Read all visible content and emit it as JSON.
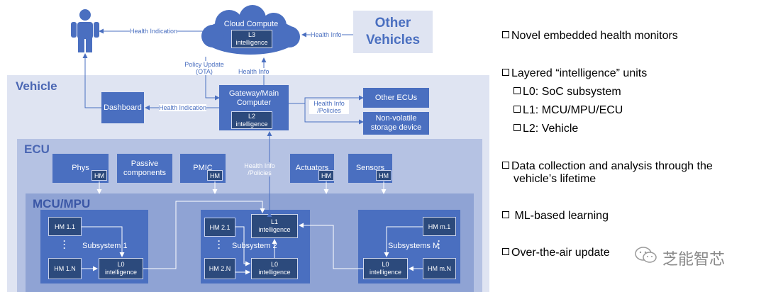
{
  "cloud": {
    "title": "Cloud Compute",
    "intel": "L3\nintelligence"
  },
  "other_vehicles": "Other\nVehicles",
  "labels": {
    "health_indication_top": "Health Indication",
    "health_info_top": "Health Info",
    "policy_update": "Policy Update\n(OTA)",
    "health_info_mid": "Health Info",
    "health_indication_mid": "Health Indication",
    "health_info_policies_right": "Health Info\n/Policies",
    "health_info_policies_ecu": "Health Info\n/Policies"
  },
  "vehicle": {
    "title": "Vehicle",
    "dashboard": "Dashboard",
    "gateway": {
      "title": "Gateway/Main\nComputer",
      "intel": "L2\nintelligence"
    },
    "other_ecus": "Other ECUs",
    "storage": "Non-volatile\nstorage device"
  },
  "ecu": {
    "title": "ECU",
    "components": [
      {
        "name": "Phys",
        "hm": "HM"
      },
      {
        "name": "Passive\ncomponents",
        "hm": ""
      },
      {
        "name": "PMIC",
        "hm": "HM"
      },
      {
        "name": "Actuators",
        "hm": "HM"
      },
      {
        "name": "Sensors",
        "hm": "HM"
      }
    ]
  },
  "mcu": {
    "title": "MCU/MPU",
    "subsystems": [
      {
        "label": "Subsystem 1",
        "hm_top": "HM 1.1",
        "hm_bottom": "HM 1.N",
        "l0": "L0\nintelligence"
      },
      {
        "label": "Subsystem 2",
        "hm_top": "HM 2.1",
        "hm_bottom": "HM 2.N",
        "l0": "L0\nintelligence",
        "l1": "L1\nintelligence"
      },
      {
        "label": "Subsystems M",
        "hm_top": "HM m.1",
        "hm_bottom": "HM m.N",
        "l0": "L0\nintelligence"
      }
    ]
  },
  "bullets": [
    "Novel embedded health monitors",
    "Layered “intelligence” units",
    "L0: SoC subsystem",
    "L1: MCU/MPU/ECU",
    "L2: Vehicle",
    "Data collection and analysis through the",
    "vehicle’s lifetime",
    "ML-based learning",
    "Over-the-air update"
  ],
  "watermark": "芝能智芯",
  "colors": {
    "box": "#4a6fc0",
    "dark": "#2c4a7c",
    "text_accent": "#4a66b3"
  }
}
